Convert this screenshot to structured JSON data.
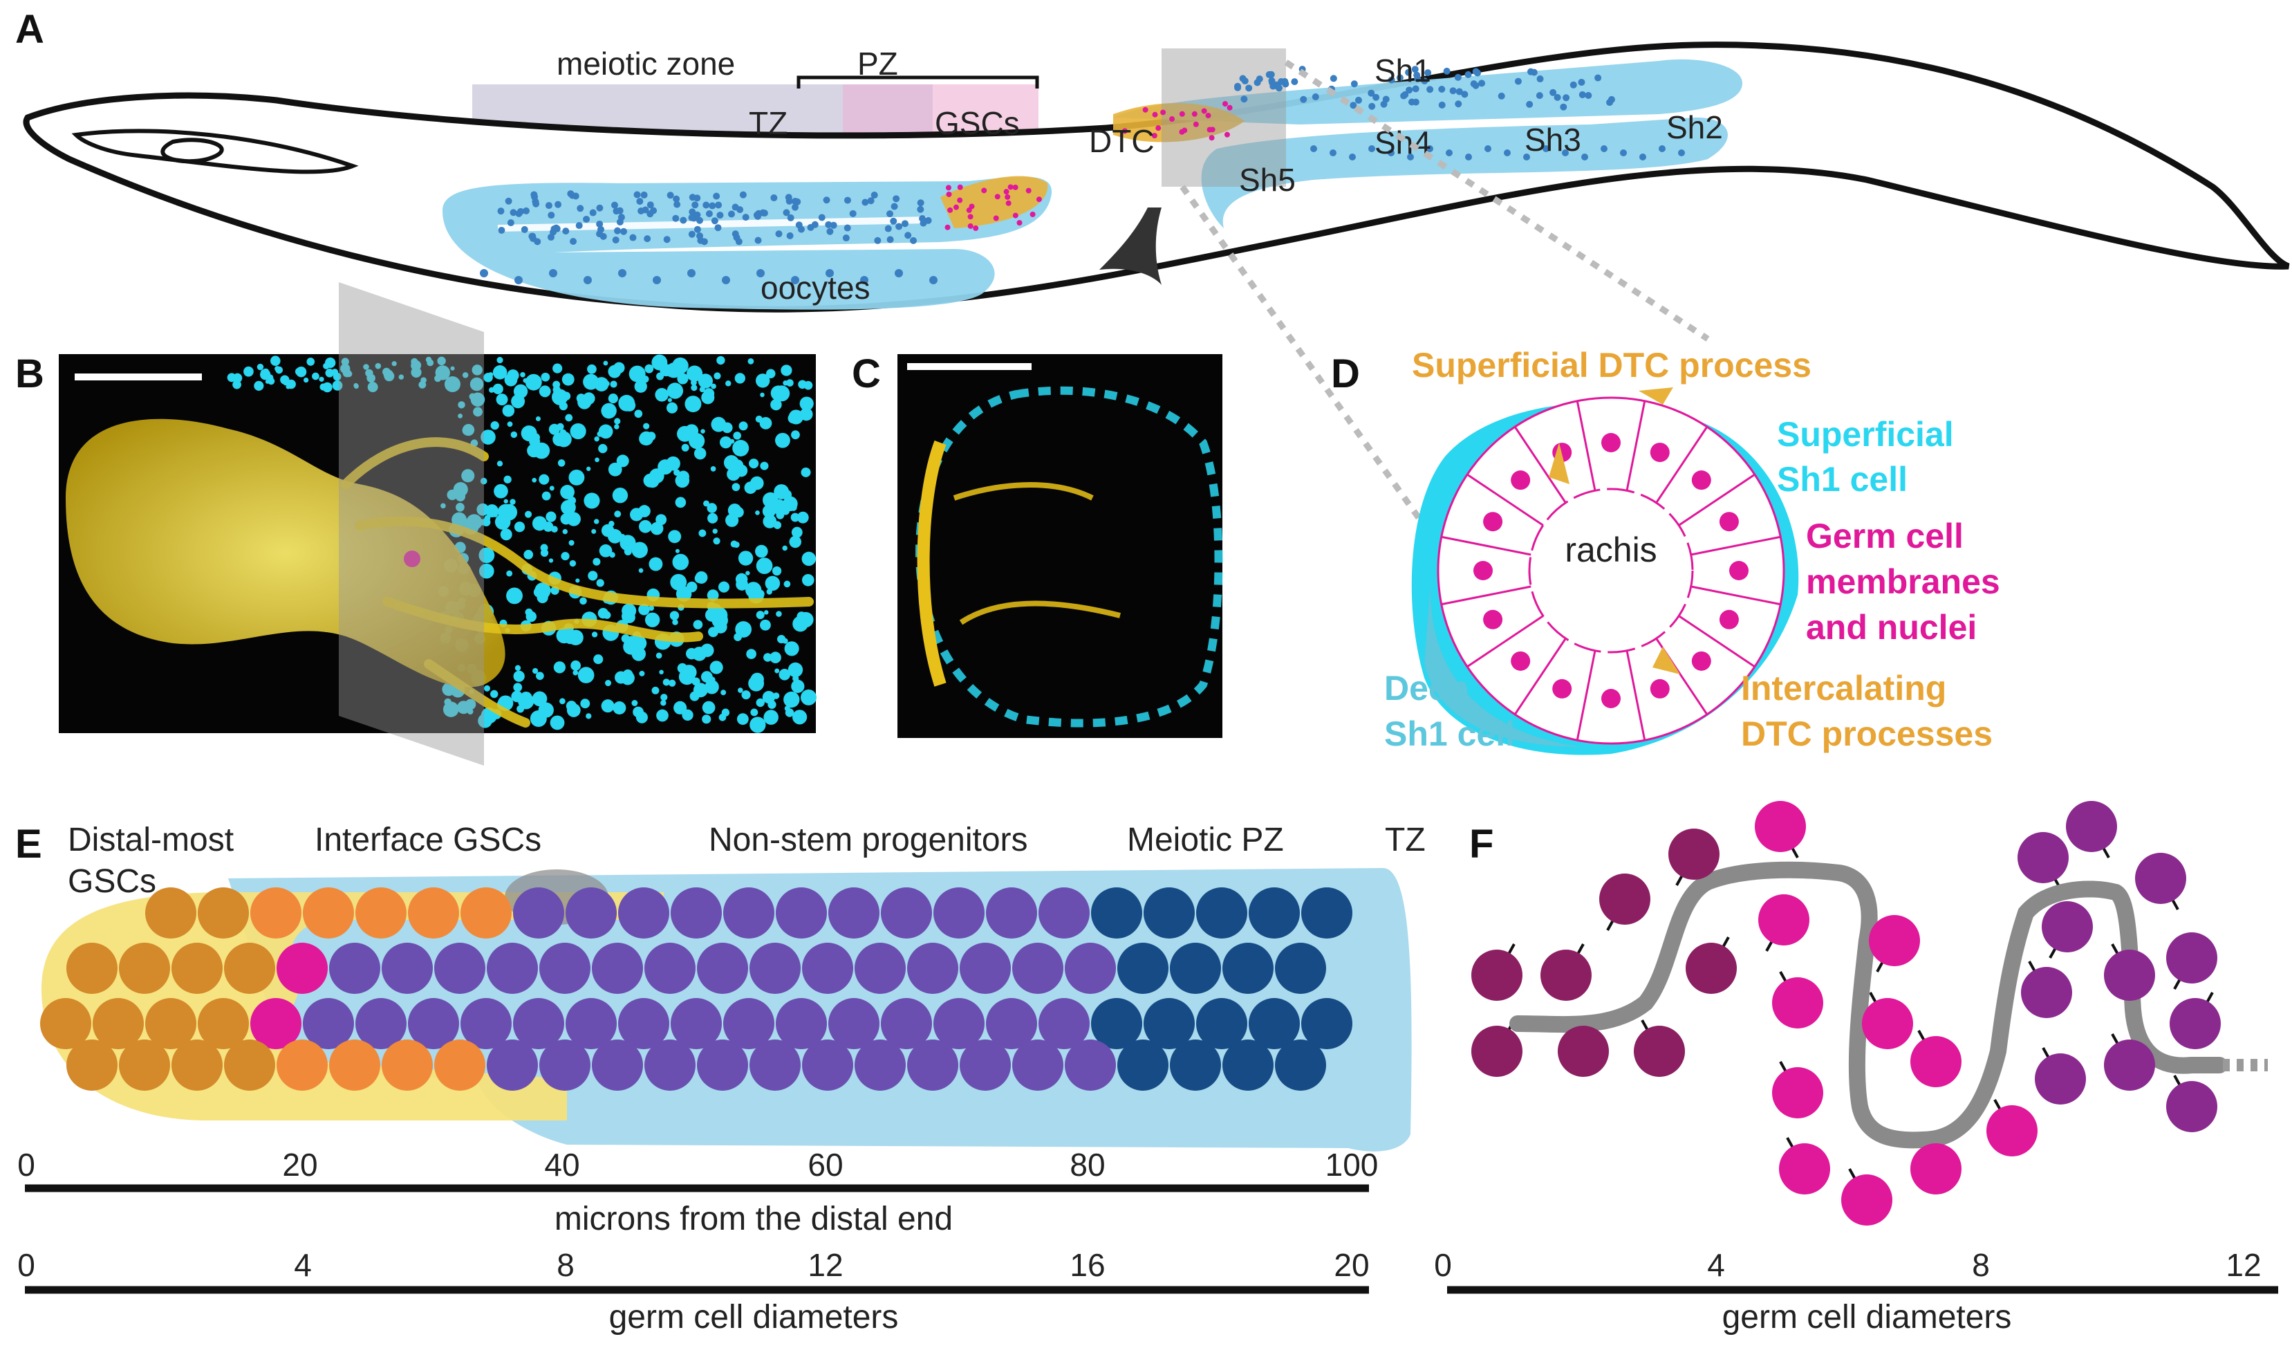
{
  "panel_letters": {
    "a": "A",
    "b": "B",
    "c": "C",
    "d": "D",
    "e": "E",
    "f": "F"
  },
  "panel_a": {
    "meiotic_zone": "meiotic zone",
    "pz": "PZ",
    "tz": "TZ",
    "gscs": "GSCs",
    "dtc": "DTC",
    "sh1": "Sh1",
    "sh2": "Sh2",
    "sh3": "Sh3",
    "sh4": "Sh4",
    "sh5": "Sh5",
    "oocytes": "oocytes"
  },
  "panel_d": {
    "superficial_dtc_process": "Superficial DTC process",
    "superficial_sh1_line1": "Superficial",
    "superficial_sh1_line2": "Sh1 cell",
    "germ_line1": "Germ cell",
    "germ_line2": "membranes",
    "germ_line3": "and nuclei",
    "rachis": "rachis",
    "deep_line1": "Deep",
    "deep_line2": "Sh1 cell",
    "intercalating_line1": "Intercalating",
    "intercalating_line2": "DTC processes"
  },
  "panel_e": {
    "distal_line1": "Distal-most",
    "distal_line2": "GSCs",
    "interface": "Interface GSCs",
    "nonstem": "Non-stem progenitors",
    "meiotic_pz": "Meiotic PZ",
    "tz": "TZ"
  },
  "axes": {
    "microns": {
      "ticks": [
        "0",
        "20",
        "40",
        "60",
        "80",
        "100"
      ],
      "label": "microns from the distal end"
    },
    "diameters_e": {
      "ticks": [
        "0",
        "4",
        "8",
        "12",
        "16",
        "20"
      ],
      "label": "germ cell diameters"
    },
    "diameters_f": {
      "ticks": [
        "0",
        "4",
        "8",
        "12"
      ],
      "label": "germ cell diameters"
    }
  },
  "colors": {
    "sheath": "#8fd3ec",
    "germ_blue": "#3a7fc1",
    "dtc_yellow": "#f5d23a",
    "dtc_orange": "#e8a535",
    "cyan": "#2ad6f0",
    "magenta": "#e0189a",
    "purple_cell": "#6a4fb0",
    "navy_cell": "#174b86",
    "orange_cell": "#d4892a",
    "deep_purple": "#8c1f62",
    "mid_purple": "#8a2a8e",
    "rachis_gray": "#888888"
  }
}
